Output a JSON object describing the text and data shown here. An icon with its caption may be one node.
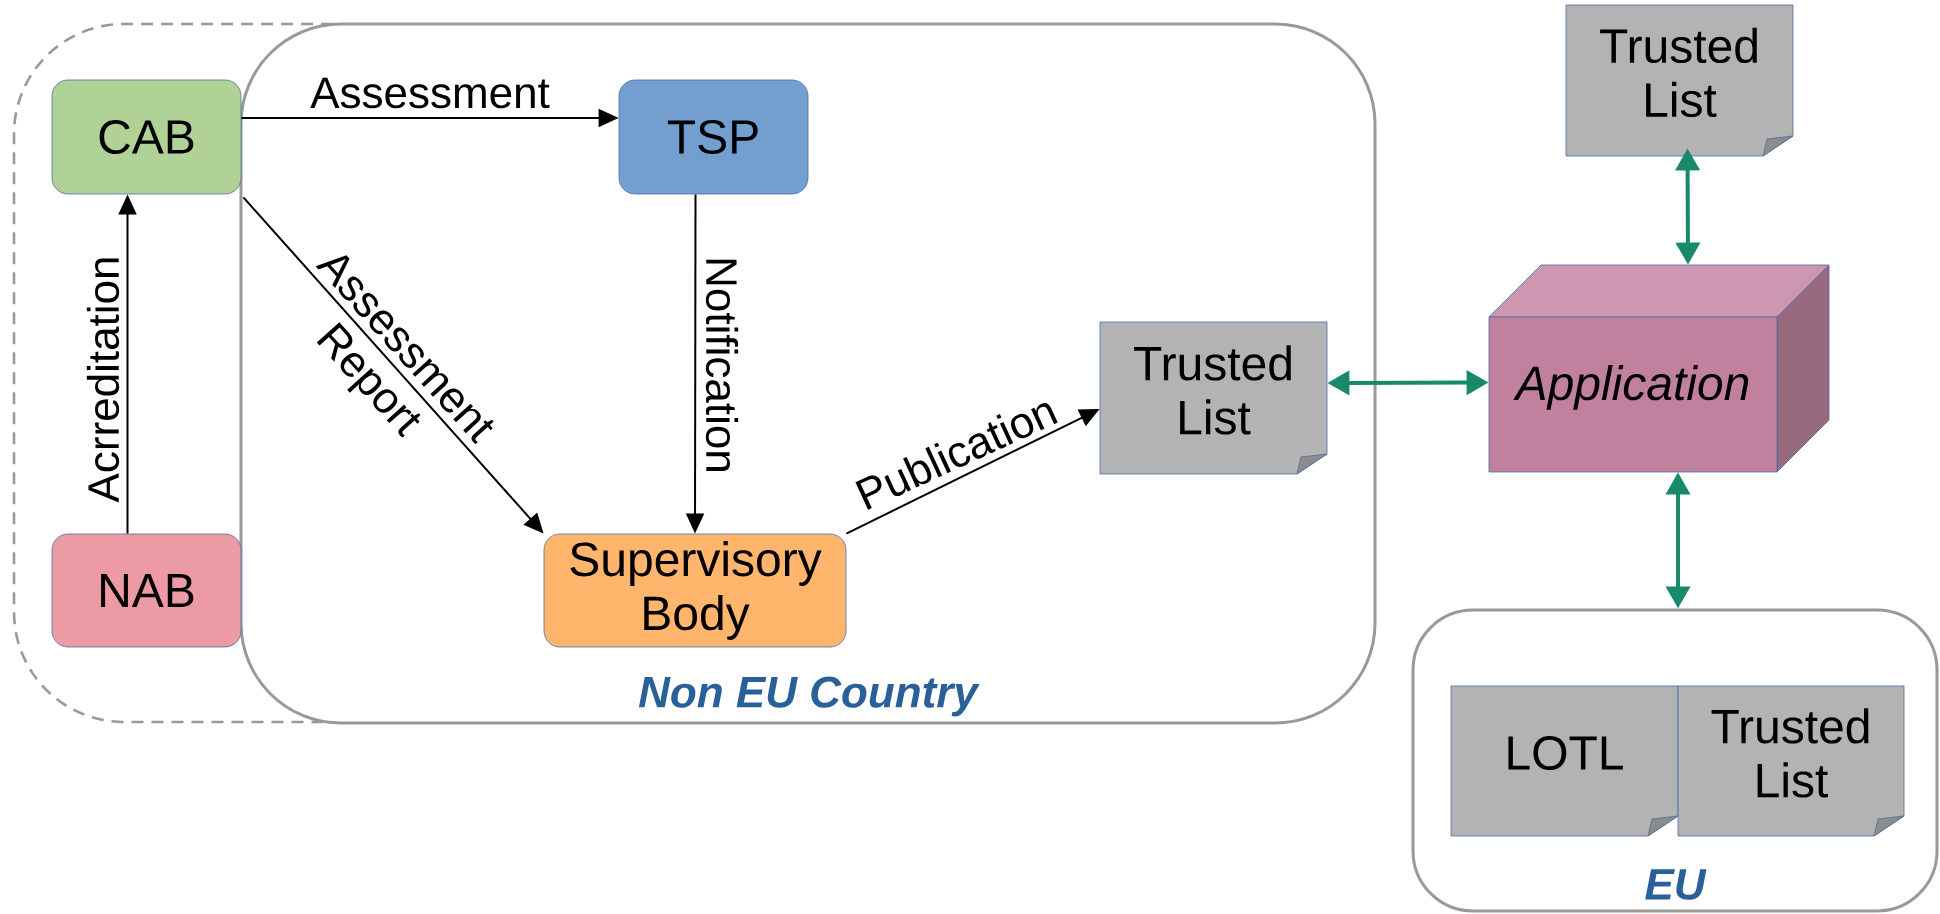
{
  "diagram": {
    "nodes": [
      {
        "text": [
          "Non EU Country"
        ]
      },
      {
        "text": [
          "CAB"
        ]
      },
      {
        "text": [
          "TSP"
        ],
        "in": 0
      },
      {
        "text": [
          "NAB"
        ]
      },
      {
        "text": [
          "Supervisory Body"
        ],
        "in": 0
      },
      {
        "text": [
          "Trusted List"
        ],
        "in": 0
      },
      {
        "text": [
          "Trusted List"
        ]
      },
      {
        "text": [
          "Application"
        ]
      },
      {
        "text": [
          "EU"
        ]
      },
      {
        "text": [
          "LOTL"
        ],
        "in": 8
      },
      {
        "text": [
          "Trusted List"
        ],
        "in": 8
      }
    ],
    "edges": [
      {
        "from": 1,
        "to": 2,
        "arrow": "to",
        "label": "Assessment"
      },
      {
        "from": 3,
        "to": 1,
        "arrow": "to",
        "label": "Acrreditation"
      },
      {
        "from": 1,
        "to": 4,
        "arrow": "to",
        "label": "Assessment Report"
      },
      {
        "from": 2,
        "to": 4,
        "arrow": "to",
        "label": "Notification"
      },
      {
        "from": 4,
        "to": 5,
        "arrow": "to",
        "label": "Publication"
      },
      {
        "from": 5,
        "to": 7,
        "arrow": "both",
        "color": "#168a6a"
      },
      {
        "from": 6,
        "to": 7,
        "arrow": "both",
        "color": "#168a6a"
      },
      {
        "from": 7,
        "to": 8,
        "arrow": "both",
        "color": "#168a6a"
      }
    ]
  }
}
